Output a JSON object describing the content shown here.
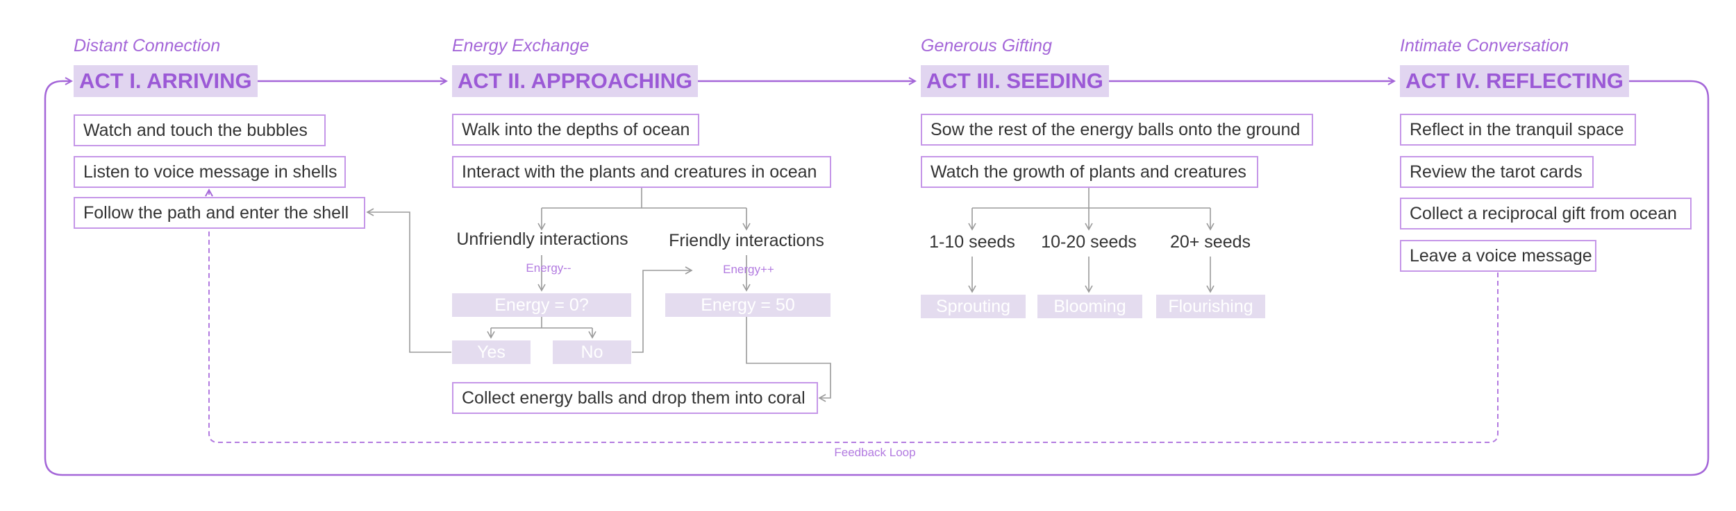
{
  "colors": {
    "accent": "#a466d8",
    "act_fill": "#e1d5f0",
    "box_border": "#c596e8",
    "state_fill": "#e4dcef",
    "connector": "#9a9a9a"
  },
  "acts": [
    {
      "subtitle": "Distant Connection",
      "title": "ACT I. ARRIVING",
      "steps": [
        "Watch and touch the bubbles",
        "Listen to voice message in shells",
        "Follow the path and enter the shell"
      ]
    },
    {
      "subtitle": "Energy Exchange",
      "title": "ACT II. APPROACHING",
      "steps": [
        "Walk into the depths of ocean",
        "Interact with the plants and creatures in ocean",
        "Collect energy balls and drop them into coral"
      ],
      "branches": {
        "unfriendly": {
          "label": "Unfriendly interactions",
          "delta": "Energy--",
          "state": "Energy = 0?"
        },
        "friendly": {
          "label": "Friendly interactions",
          "delta": "Energy++",
          "state": "Energy = 50"
        },
        "yes": "Yes",
        "no": "No"
      }
    },
    {
      "subtitle": "Generous Gifting",
      "title": "ACT III. SEEDING",
      "steps": [
        "Sow the rest of the energy balls onto the ground",
        "Watch the growth of plants and creatures"
      ],
      "outcomes": [
        {
          "seeds": "1-10 seeds",
          "state": "Sprouting"
        },
        {
          "seeds": "10-20 seeds",
          "state": "Blooming"
        },
        {
          "seeds": "20+ seeds",
          "state": "Flourishing"
        }
      ]
    },
    {
      "subtitle": "Intimate Conversation",
      "title": "ACT IV. REFLECTING",
      "steps": [
        "Reflect in the tranquil space",
        "Review the tarot cards",
        "Collect a reciprocal gift from ocean",
        "Leave a voice message"
      ]
    }
  ],
  "feedback_loop": "Feedback Loop"
}
